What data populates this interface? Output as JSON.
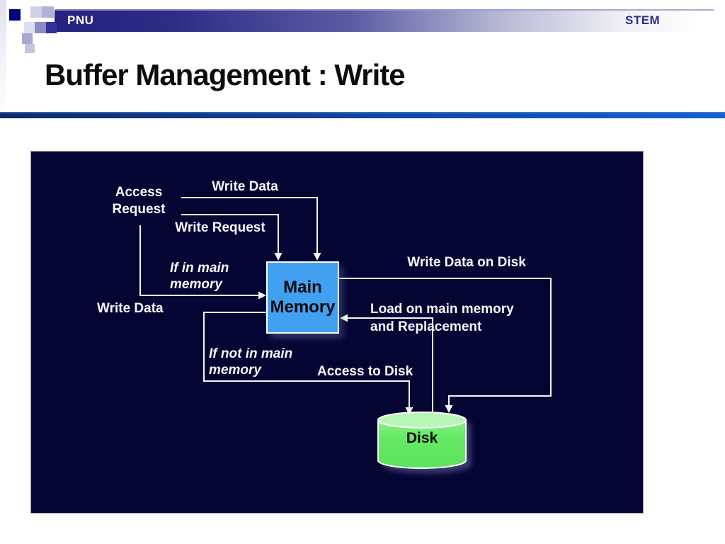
{
  "header": {
    "left_label": "PNU",
    "right_label": "STEM"
  },
  "title": "Buffer Management : Write",
  "diagram": {
    "nodes": {
      "main_memory": "Main\nMemory",
      "disk": "Disk"
    },
    "labels": {
      "access_request": "Access\nRequest",
      "write_data_top": "Write Data",
      "write_request": "Write Request",
      "if_in_main": "If in main\nmemory",
      "write_data_left": "Write Data",
      "write_data_on_disk": "Write Data on Disk",
      "load_on_main": "Load on main memory\nand Replacement",
      "if_not_in_main": "If not in main\nmemory",
      "access_to_disk": "Access to Disk"
    },
    "colors": {
      "panel_background": "#050534",
      "memory_box_blue": "#42a0f0",
      "disk_green": "#66ea66",
      "disk_top_green": "#b6f7b6",
      "wire_white": "#ffffff",
      "header_bar_navy": "#232380",
      "rule_left_blue": "#0d2b69",
      "rule_right_blue": "#145fd0",
      "stem_text": "#2b2b8f"
    }
  }
}
